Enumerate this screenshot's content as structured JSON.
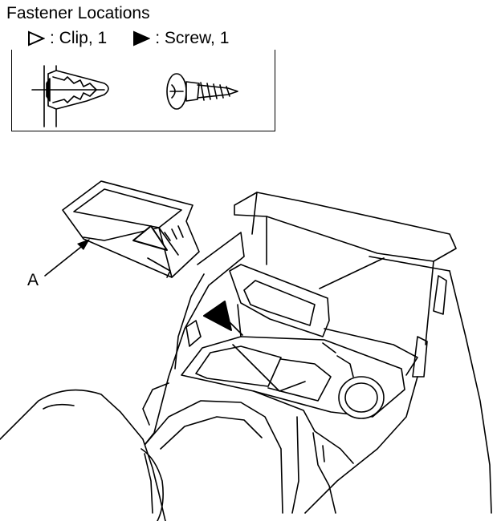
{
  "title": "Fastener Locations",
  "legend": {
    "clip": {
      "icon": "hollow-triangle-icon",
      "text": ": Clip, 1"
    },
    "screw": {
      "icon": "solid-triangle-icon",
      "text": ": Screw, 1"
    }
  },
  "callout_a": "A",
  "colors": {
    "ink": "#000000",
    "paper": "#ffffff"
  }
}
